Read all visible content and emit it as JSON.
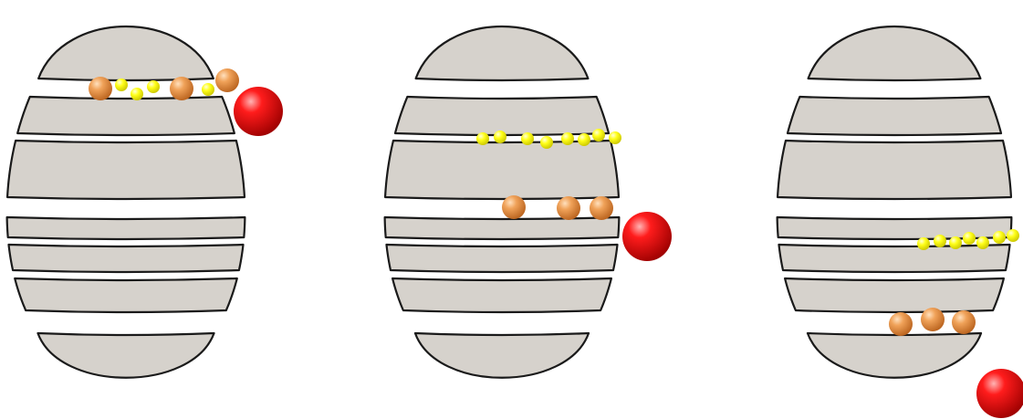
{
  "figure": {
    "panels": [
      {
        "id": "panel-1",
        "yellow_count": 4,
        "orange_count": 3,
        "red_count": 1
      },
      {
        "id": "panel-2",
        "yellow_count": 8,
        "orange_count": 3,
        "red_count": 1
      },
      {
        "id": "panel-3",
        "yellow_count": 7,
        "orange_count": 3,
        "red_count": 1
      }
    ],
    "colors": {
      "background": "#ffffff",
      "slice_fill": "#d6d2cc",
      "slice_stroke": "#1a1a1a",
      "yellow": "#ffff00",
      "orange": "#e98a3a",
      "red": "#ee0000"
    }
  }
}
